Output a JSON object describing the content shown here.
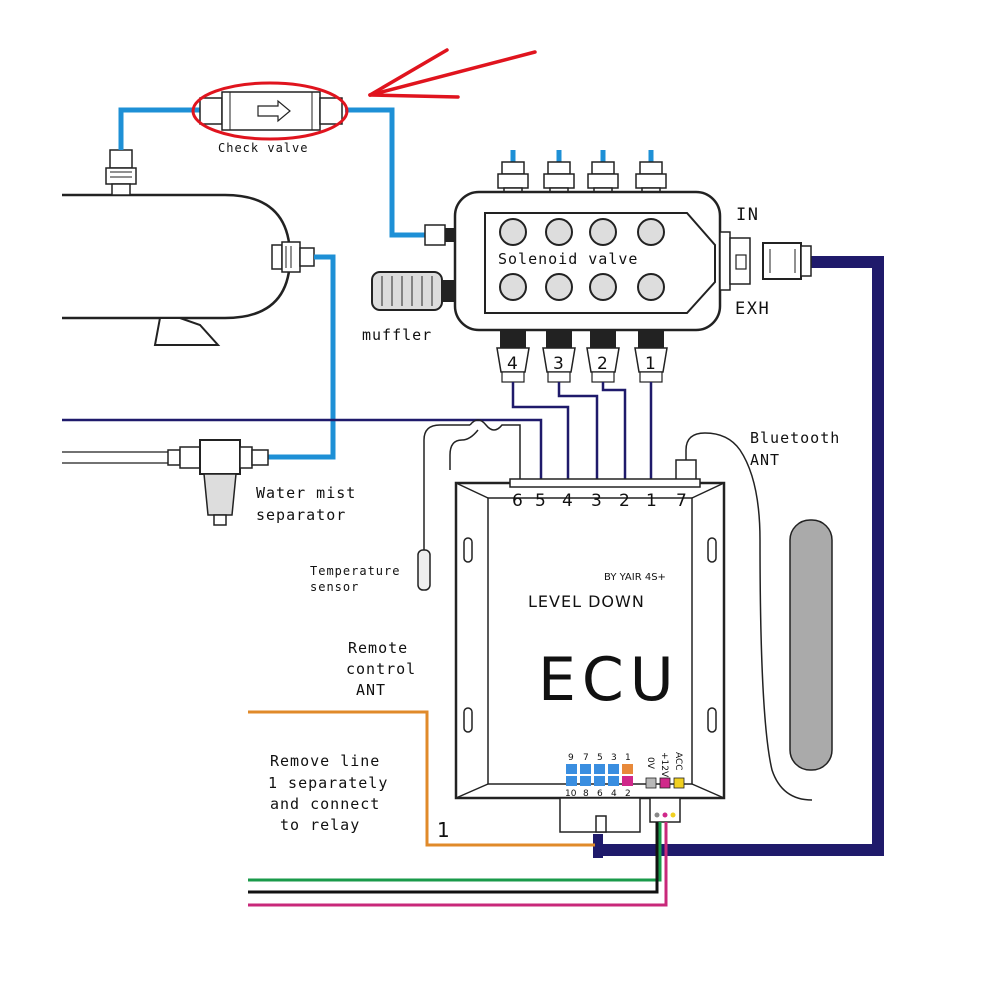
{
  "labels": {
    "check_valve": "Check valve",
    "solenoid_valve": "Solenoid valve",
    "in": "IN",
    "exh": "EXH",
    "muffler": "muffler",
    "bluetooth_line1": "Bluetooth",
    "bluetooth_line2": "ANT",
    "water_mist_line1": "Water mist",
    "water_mist_line2": "separator",
    "temperature_line1": "Temperature",
    "temperature_line2": "sensor",
    "remote_line1": "Remote",
    "remote_line2": "control",
    "remote_line3": "ANT",
    "remove_line1": "Remove line",
    "remove_line2": "1 separately",
    "remove_line3": "and connect",
    "remove_line4": "to relay",
    "line_one": "1"
  },
  "ecu": {
    "brand": "BY YAIR 4S+",
    "mode": "LEVEL DOWN",
    "title": "ECU",
    "top_pins": [
      "6",
      "5",
      "4",
      "3",
      "2",
      "1",
      "7"
    ],
    "bottom_pins_top_row": [
      "9",
      "7",
      "5",
      "3",
      "1"
    ],
    "bottom_pins_bottom_row": [
      "10",
      "8",
      "6",
      "4",
      "2"
    ],
    "power_pins": [
      "0V",
      "+12V",
      "ACC"
    ]
  },
  "solenoid_ports": [
    "4",
    "3",
    "2",
    "1"
  ],
  "colors": {
    "air_line": "#1e90d6",
    "harness": "#1f1a6b",
    "orange_wire": "#e08a2a",
    "green_wire": "#1a9a4a",
    "magenta_wire": "#c8287a",
    "black_wire": "#111111",
    "annotation": "#e0141e",
    "pin_blue": "#3a8ee0",
    "pin_orange": "#e8893a",
    "pin_magenta": "#d0288a",
    "pin_yellow": "#f0d020",
    "pin_gray": "#b8b8b8"
  }
}
